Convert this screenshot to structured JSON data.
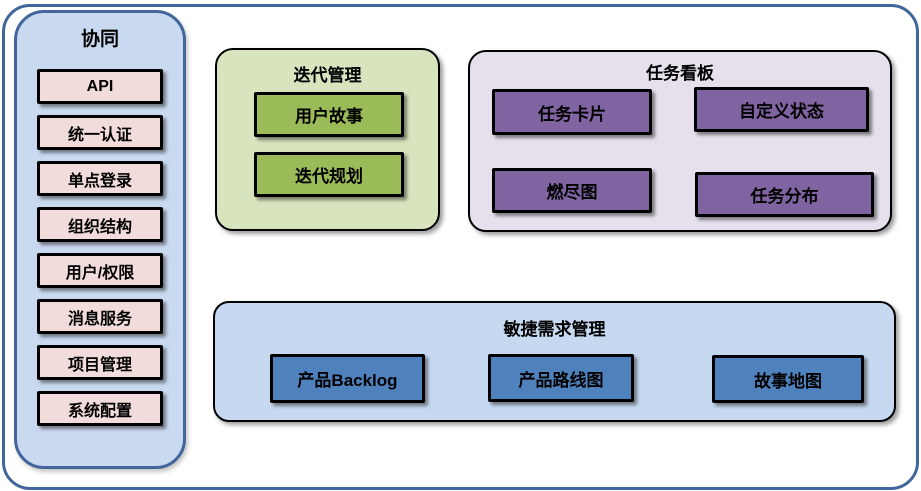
{
  "colors": {
    "frame_border": "#41679A",
    "sidebar_border": "#44659B",
    "sidebar_bg": "#C9D9F0",
    "pink": "#F2DCDB",
    "green_light": "#D7E4BD",
    "green": "#9BBB59",
    "lavender": "#E5E0EC",
    "purple": "#8064A2",
    "blue_light": "#C6D9F1",
    "blue": "#4F81BD",
    "box_border": "#000000"
  },
  "sidebar": {
    "title": "协同",
    "items": [
      "API",
      "统一认证",
      "单点登录",
      "组织结构",
      "用户/权限",
      "消息服务",
      "项目管理",
      "系统配置"
    ]
  },
  "groups": {
    "iteration": {
      "title": "迭代管理",
      "items": [
        "用户故事",
        "迭代规划"
      ]
    },
    "kanban": {
      "title": "任务看板",
      "items": [
        "任务卡片",
        "自定义状态",
        "燃尽图",
        "任务分布"
      ]
    },
    "requirements": {
      "title": "敏捷需求管理",
      "items": [
        "产品Backlog",
        "产品路线图",
        "故事地图"
      ]
    }
  }
}
